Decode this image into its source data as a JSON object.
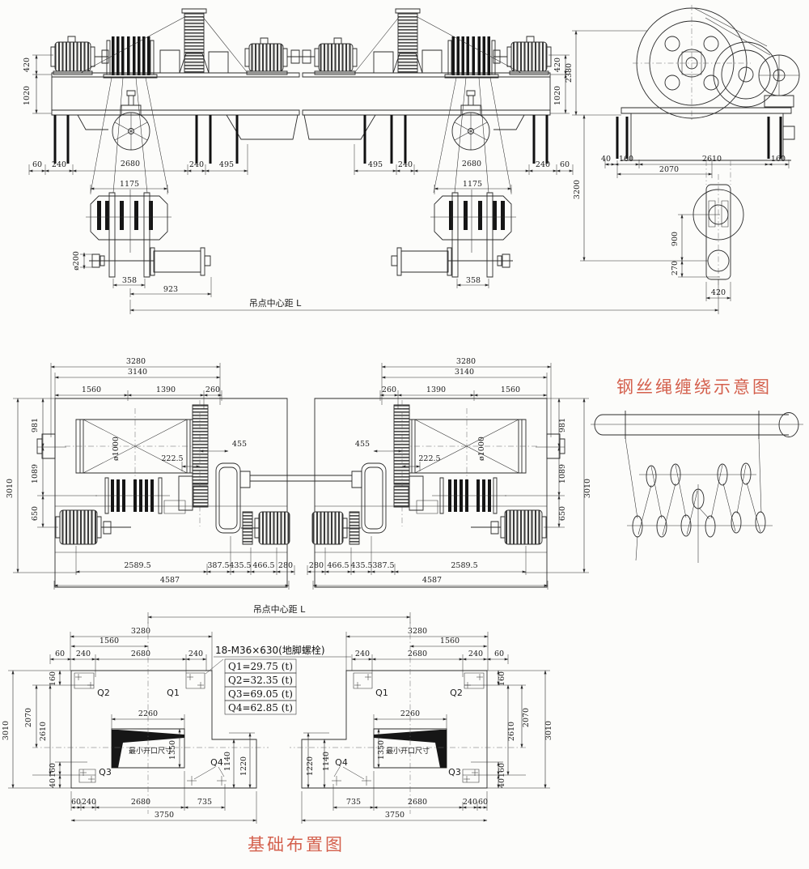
{
  "drawing": {
    "center_distance_label": "吊点中心距 L",
    "front": {
      "v": [
        "420",
        "1020"
      ],
      "row": [
        "60",
        "240",
        "2680",
        "240",
        "495"
      ],
      "pulley_width": "1175",
      "shaft_dia": "ø200",
      "d358": "358",
      "d923": "923"
    },
    "side": {
      "v2380": "2380",
      "v3200": "3200",
      "row": [
        "40",
        "160",
        "2610",
        "160"
      ],
      "d2070": "2070",
      "d900": "900",
      "d270": "270",
      "d420": "420"
    },
    "plan": {
      "d3280": "3280",
      "d3140": "3140",
      "d1560": "1560",
      "d1390": "1390",
      "d260": "260",
      "v981": "981",
      "v1089": "1089",
      "v650": "650",
      "v3010": "3010",
      "drum_dia": "ø1000",
      "d2225": "222.5",
      "d455": "455",
      "b2589": "2589.5",
      "b387": "387.5",
      "b435": "435.5",
      "b466": "466.5",
      "b280": "280",
      "total": "4587"
    },
    "rope": {
      "title": "钢丝绳缠绕示意图"
    },
    "fnd": {
      "title": "基础布置图",
      "bolt_note": "18-M36×630(地脚螺栓)",
      "loads": [
        "Q1=29.75 (t)",
        "Q2=32.35 (t)",
        "Q3=69.05 (t)",
        "Q4=62.85 (t)"
      ],
      "q": [
        "Q1",
        "Q2",
        "Q3",
        "Q4"
      ],
      "d3280": "3280",
      "d1560": "1560",
      "d60": "60",
      "d240": "240",
      "d2680": "2680",
      "v160": "160",
      "v2070": "2070",
      "v2610": "2610",
      "v3010": "3010",
      "v40": "40",
      "o2260": "2260",
      "o1350": "1350",
      "o1140": "1140",
      "o1220": "1220",
      "min_opening": "最小开口尺寸",
      "d735": "735",
      "d3750": "3750"
    }
  }
}
